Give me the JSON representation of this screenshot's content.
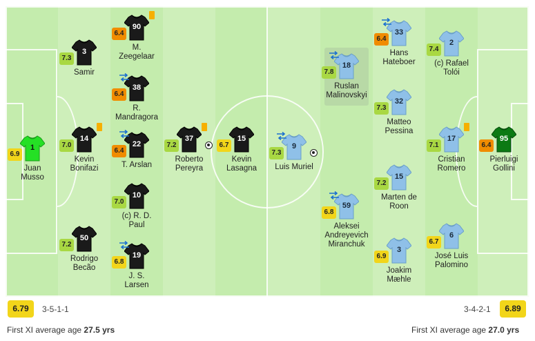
{
  "colors": {
    "pitch_light": "#ceefba",
    "pitch_dark": "#c4ecad",
    "home_kit": "#1a1a1a",
    "away_kit": "#8fc0e8",
    "gk_home": "#25e025",
    "gk_away": "#0c7a14",
    "card": "#f6b000",
    "sub_arrow": "#1a6fd0"
  },
  "home": {
    "team_rating": "6.79",
    "formation": "3-5-1-1",
    "avg_age_label": "First XI average age",
    "avg_age_value": "27.5 yrs",
    "players": [
      {
        "num": "1",
        "name": "Juan\nMusso",
        "rating": "6.9",
        "gk": true
      },
      {
        "num": "3",
        "name": "Samir",
        "rating": "7.3"
      },
      {
        "num": "14",
        "name": "Kevin\nBonifazi",
        "rating": "7.0",
        "card": "yellow"
      },
      {
        "num": "50",
        "name": "Rodrigo\nBecão",
        "rating": "7.2"
      },
      {
        "num": "90",
        "name": "M.\nZeegelaar",
        "rating": "6.4",
        "card": "yellow"
      },
      {
        "num": "38",
        "name": "R.\nMandragora",
        "rating": "6.4",
        "sub": true
      },
      {
        "num": "22",
        "name": "T. Arslan",
        "rating": "6.4",
        "sub": true
      },
      {
        "num": "10",
        "name": "(c) R. D.\nPaul",
        "rating": "7.0"
      },
      {
        "num": "19",
        "name": "J. S.\nLarsen",
        "rating": "6.8",
        "sub": true
      },
      {
        "num": "37",
        "name": "Roberto\nPereyra",
        "rating": "7.2",
        "card": "yellow",
        "goal": true
      },
      {
        "num": "15",
        "name": "Kevin\nLasagna",
        "rating": "6.7"
      }
    ]
  },
  "away": {
    "team_rating": "6.89",
    "formation": "3-4-2-1",
    "avg_age_label": "First XI average age",
    "avg_age_value": "27.0 yrs",
    "players": [
      {
        "num": "9",
        "name": "Luis Muriel",
        "rating": "7.3",
        "sub": true,
        "goal": true
      },
      {
        "num": "18",
        "name": "Ruslan\nMalinovskyi",
        "rating": "7.8",
        "sub": true,
        "highlight": true
      },
      {
        "num": "59",
        "name": "Aleksei\nAndreyevich\nMiranchuk",
        "rating": "6.8",
        "sub": true
      },
      {
        "num": "33",
        "name": "Hans\nHateboer",
        "rating": "6.4",
        "sub": true
      },
      {
        "num": "32",
        "name": "Matteo\nPessina",
        "rating": "7.3"
      },
      {
        "num": "15",
        "name": "Marten de\nRoon",
        "rating": "7.2"
      },
      {
        "num": "3",
        "name": "Joakim\nMæhle",
        "rating": "6.9"
      },
      {
        "num": "2",
        "name": "(c) Rafael\nTolói",
        "rating": "7.4"
      },
      {
        "num": "17",
        "name": "Cristian\nRomero",
        "rating": "7.1",
        "card": "yellow"
      },
      {
        "num": "6",
        "name": "José Luis\nPalomino",
        "rating": "6.7"
      },
      {
        "num": "95",
        "name": "Pierluigi\nGollini",
        "rating": "6.4",
        "gk": true
      }
    ]
  }
}
